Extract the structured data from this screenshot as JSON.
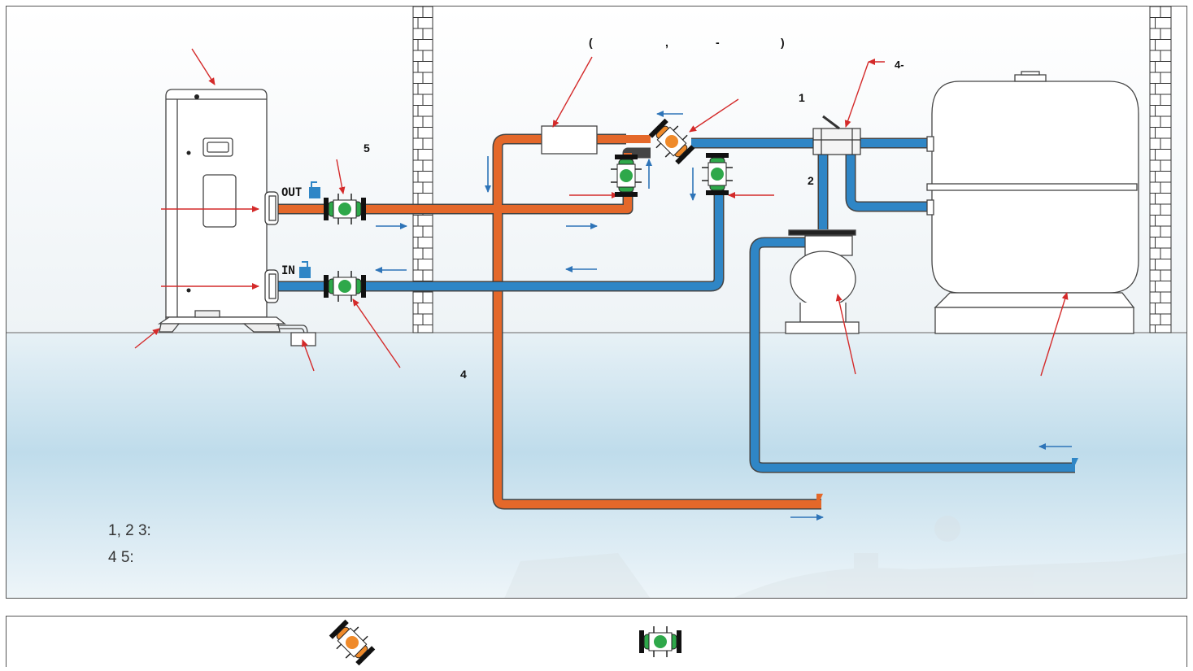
{
  "diagram": {
    "title_chars": [
      "(",
      ",",
      "-",
      ")"
    ],
    "labels": {
      "valve_top": "1",
      "pipe_top": "2",
      "multiport": "4-",
      "bypass": "5",
      "drain": "4",
      "port_out": "OUT",
      "port_in": "IN"
    },
    "notes": [
      "1, 2    3:",
      "4    5:"
    ]
  },
  "colors": {
    "hot_pipe": "#e4682a",
    "cold_pipe": "#2f86c6",
    "arrow_red": "#d42a2a",
    "arrow_blue": "#2e74b8",
    "valve_green": "#2ea84a",
    "valve_orange": "#ef8a2a"
  }
}
